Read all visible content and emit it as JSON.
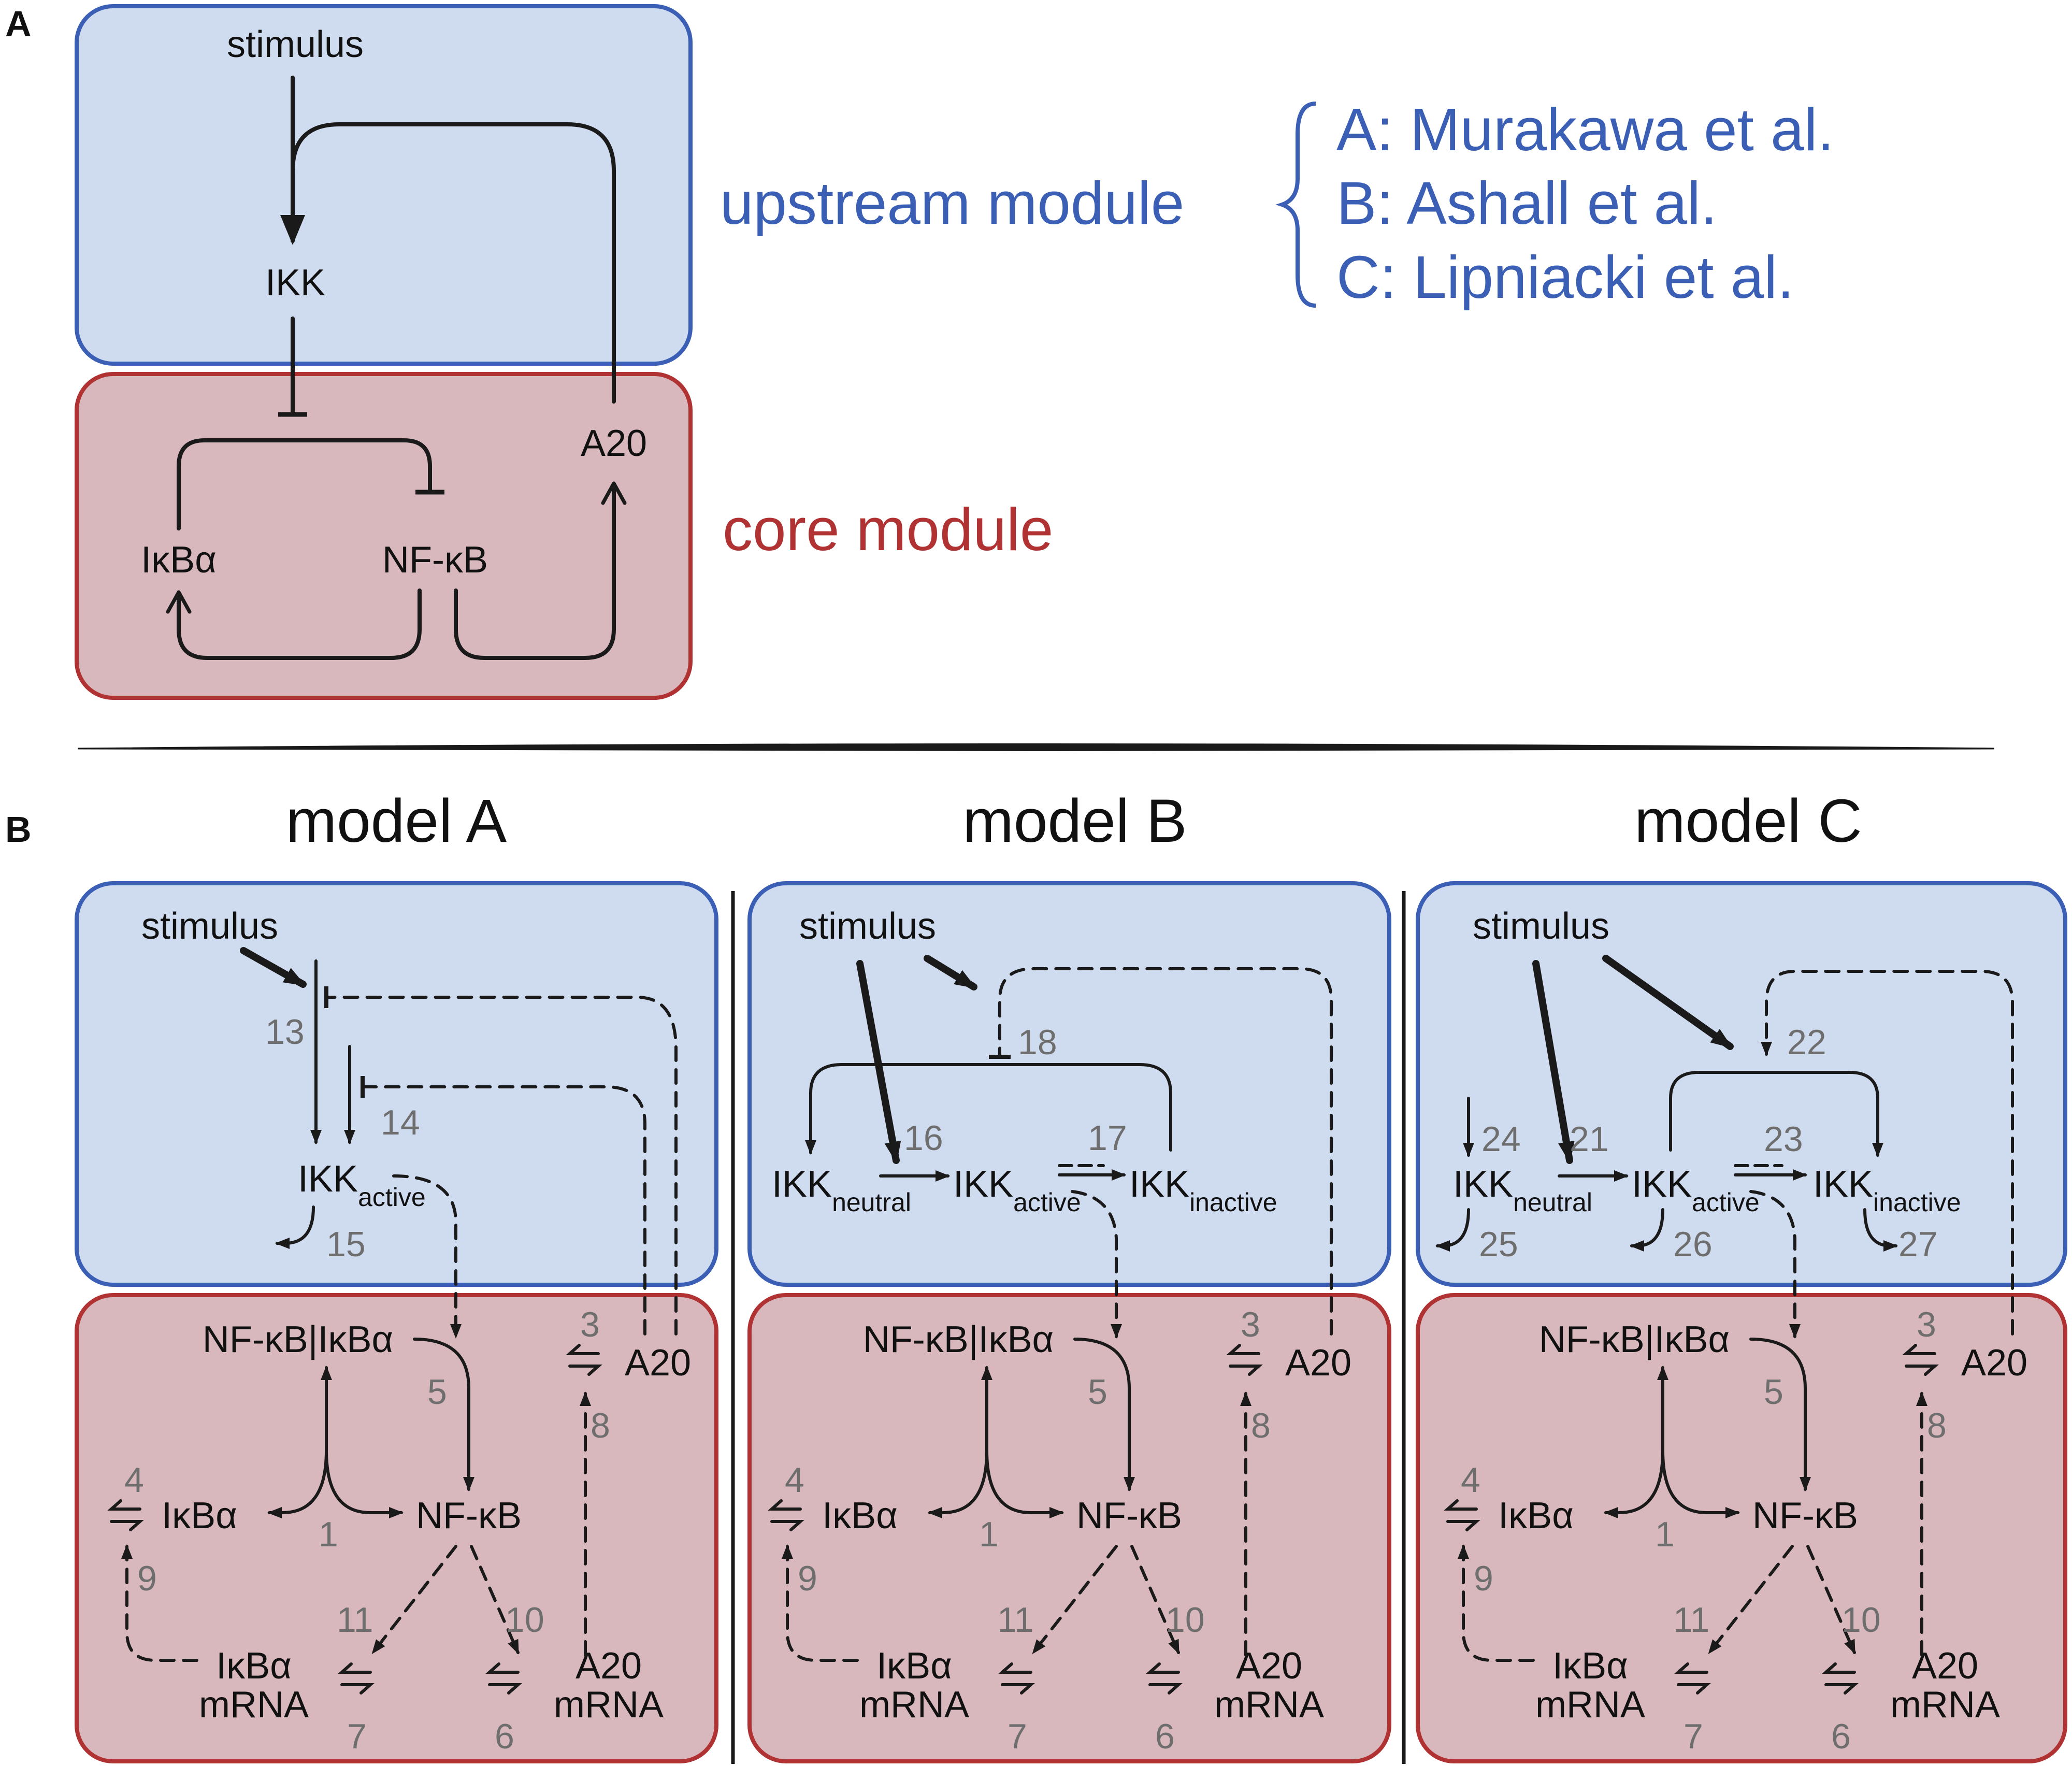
{
  "colors": {
    "upstream_fill": "#cfdbef",
    "upstream_stroke": "#3a5fb4",
    "core_fill": "#d8b8bc",
    "core_stroke": "#b03232",
    "line": "#1a1a1a",
    "number": "#6e6e6e"
  },
  "panel_a": {
    "letter": "A",
    "nodes": {
      "stimulus": "stimulus",
      "ikk": "IKK",
      "a20": "A20",
      "ikba": "IκBα",
      "nfkb": "NF-κB"
    },
    "upstream_label": "upstream module",
    "core_label": "core module",
    "references": [
      "A: Murakawa et al.",
      "B: Ashall et al.",
      "C: Lipniacki et al."
    ]
  },
  "panel_b": {
    "letter": "B",
    "models": [
      {
        "title": "model A",
        "stimulus": "stimulus",
        "ikk": {
          "main": "IKK",
          "sub": "active"
        },
        "core": {
          "complex": "NF-κB|IκBα",
          "a20": "A20",
          "ikba": "IκBα",
          "nfkb": "NF-κB",
          "ikba_mrna": [
            "IκBα",
            "mRNA"
          ],
          "a20_mrna": [
            "A20",
            "mRNA"
          ]
        },
        "reactions": [
          "13",
          "14",
          "15",
          "3",
          "5",
          "8",
          "4",
          "1",
          "9",
          "11",
          "10",
          "7",
          "6"
        ]
      },
      {
        "title": "model B",
        "stimulus": "stimulus",
        "ikk_states": [
          {
            "main": "IKK",
            "sub": "neutral"
          },
          {
            "main": "IKK",
            "sub": "active"
          },
          {
            "main": "IKK",
            "sub": "inactive"
          }
        ],
        "core": {
          "complex": "NF-κB|IκBα",
          "a20": "A20",
          "ikba": "IκBα",
          "nfkb": "NF-κB",
          "ikba_mrna": [
            "IκBα",
            "mRNA"
          ],
          "a20_mrna": [
            "A20",
            "mRNA"
          ]
        },
        "reactions": [
          "18",
          "16",
          "17",
          "3",
          "5",
          "8",
          "4",
          "1",
          "9",
          "11",
          "10",
          "7",
          "6"
        ]
      },
      {
        "title": "model C",
        "stimulus": "stimulus",
        "ikk_states": [
          {
            "main": "IKK",
            "sub": "neutral"
          },
          {
            "main": "IKK",
            "sub": "active"
          },
          {
            "main": "IKK",
            "sub": "inactive"
          }
        ],
        "core": {
          "complex": "NF-κB|IκBα",
          "a20": "A20",
          "ikba": "IκBα",
          "nfkb": "NF-κB",
          "ikba_mrna": [
            "IκBα",
            "mRNA"
          ],
          "a20_mrna": [
            "A20",
            "mRNA"
          ]
        },
        "reactions": [
          "22",
          "24",
          "21",
          "23",
          "25",
          "26",
          "27",
          "3",
          "5",
          "8",
          "4",
          "1",
          "9",
          "11",
          "10",
          "7",
          "6"
        ]
      }
    ]
  }
}
